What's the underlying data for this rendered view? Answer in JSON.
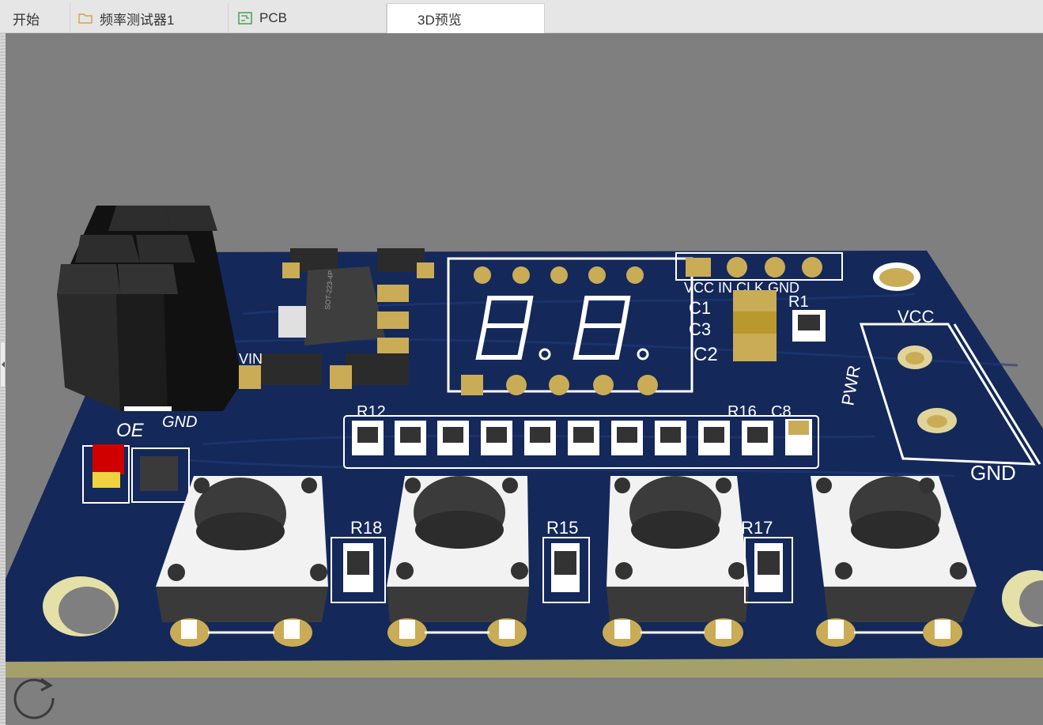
{
  "tabs": [
    {
      "label": "开始",
      "icon": ""
    },
    {
      "label": "频率测试器1",
      "icon": "folder-icon"
    },
    {
      "label": "PCB",
      "icon": "pcb-icon"
    },
    {
      "label": "3D预览",
      "icon": "",
      "active": true
    }
  ],
  "board": {
    "labels": {
      "oe": "OE",
      "gnd_left": "GND",
      "vin": "VIN",
      "r12": "R12",
      "r16": "R16",
      "c8": "C8",
      "c1": "C1",
      "c3": "C3",
      "c2": "C2",
      "r1": "R1",
      "header_row": "VCC  IN  CLK GND",
      "pwr": "PWR",
      "vcc": "VCC",
      "gnd_right": "GND",
      "r18": "R18",
      "r15": "R15",
      "r17": "R17",
      "ic_marking": "SOT-223-4P"
    },
    "display_digits": "8.8."
  },
  "colors": {
    "background": "#7f7f7f",
    "board_blue": "#14285a",
    "board_edge": "#a5a06a",
    "silkscreen": "#ffffff",
    "pad_gold": "#c9ac55"
  },
  "controls": {
    "reset_view_icon": "refresh-icon"
  }
}
